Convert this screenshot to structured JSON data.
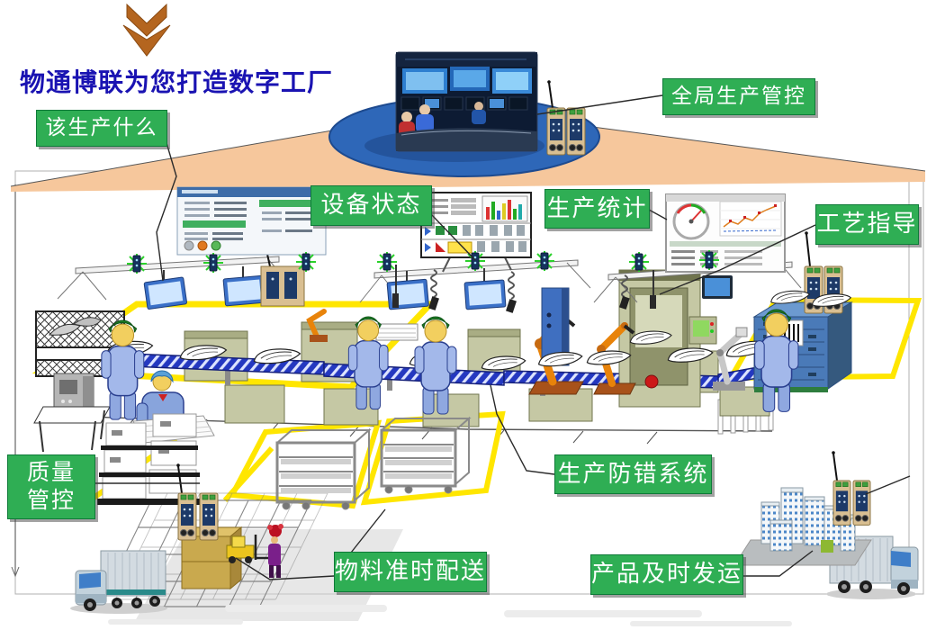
{
  "page": {
    "title": "物通博联为您打造数字工厂"
  },
  "labels": {
    "what_to_produce": "该生产什么",
    "global_production_control": "全局生产管控",
    "equipment_status": "设备状态",
    "production_statistics": "生产统计",
    "process_guidance": "工艺指导",
    "quality_control": "质量管控",
    "error_proofing_system": "生产防错系统",
    "material_on_time_delivery": "物料准时配送",
    "product_on_time_shipping": "产品及时发运"
  },
  "colors": {
    "label_green": "#2fae54",
    "label_border": "#0e7a38",
    "title_blue": "#1a13b2",
    "arrow_brown": "#b4651f",
    "floor_yellow": "#ffe600",
    "platform_ellipse_blue": "#2e67b8",
    "roof_peach": "#f6c79c",
    "conveyor_blue": "#2438c0",
    "robot_orange": "#e8830a",
    "bench_olive": "#c5c8a4",
    "gateway_tan": "#d9bf92",
    "worker_blue": "#a3b8ea"
  }
}
